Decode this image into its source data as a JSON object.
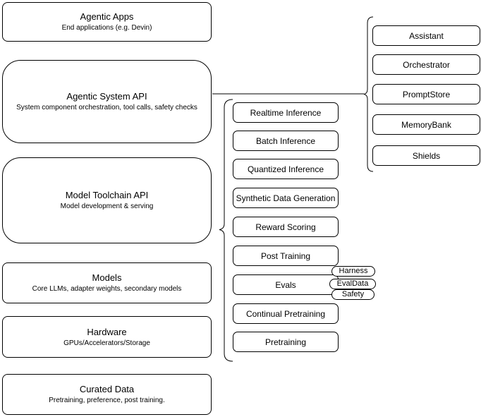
{
  "diagram": {
    "left_column": [
      {
        "title": "Agentic Apps",
        "subtitle": "End applications (e.g. Devin)"
      },
      {
        "title": "Agentic System API",
        "subtitle": "System component orchestration, tool calls, safety checks"
      },
      {
        "title": "Model Toolchain API",
        "subtitle": "Model development & serving"
      },
      {
        "title": "Models",
        "subtitle": "Core LLMs, adapter weights, secondary models"
      },
      {
        "title": "Hardware",
        "subtitle": "GPUs/Accelerators/Storage"
      },
      {
        "title": "Curated Data",
        "subtitle": "Pretraining, preference, post training."
      }
    ],
    "toolchain_items": [
      "Realtime Inference",
      "Batch Inference",
      "Quantized Inference",
      "Synthetic Data Generation",
      "Reward Scoring",
      "Post Training",
      "Evals",
      "Continual Pretraining",
      "Pretraining"
    ],
    "system_components": [
      "Assistant",
      "Orchestrator",
      "PromptStore",
      "MemoryBank",
      "Shields"
    ],
    "evals_tags": [
      "Harness",
      "EvalData",
      "Safety"
    ],
    "colors": {
      "line": "#000000",
      "fill": "#ffffff",
      "text": "#000000"
    }
  }
}
